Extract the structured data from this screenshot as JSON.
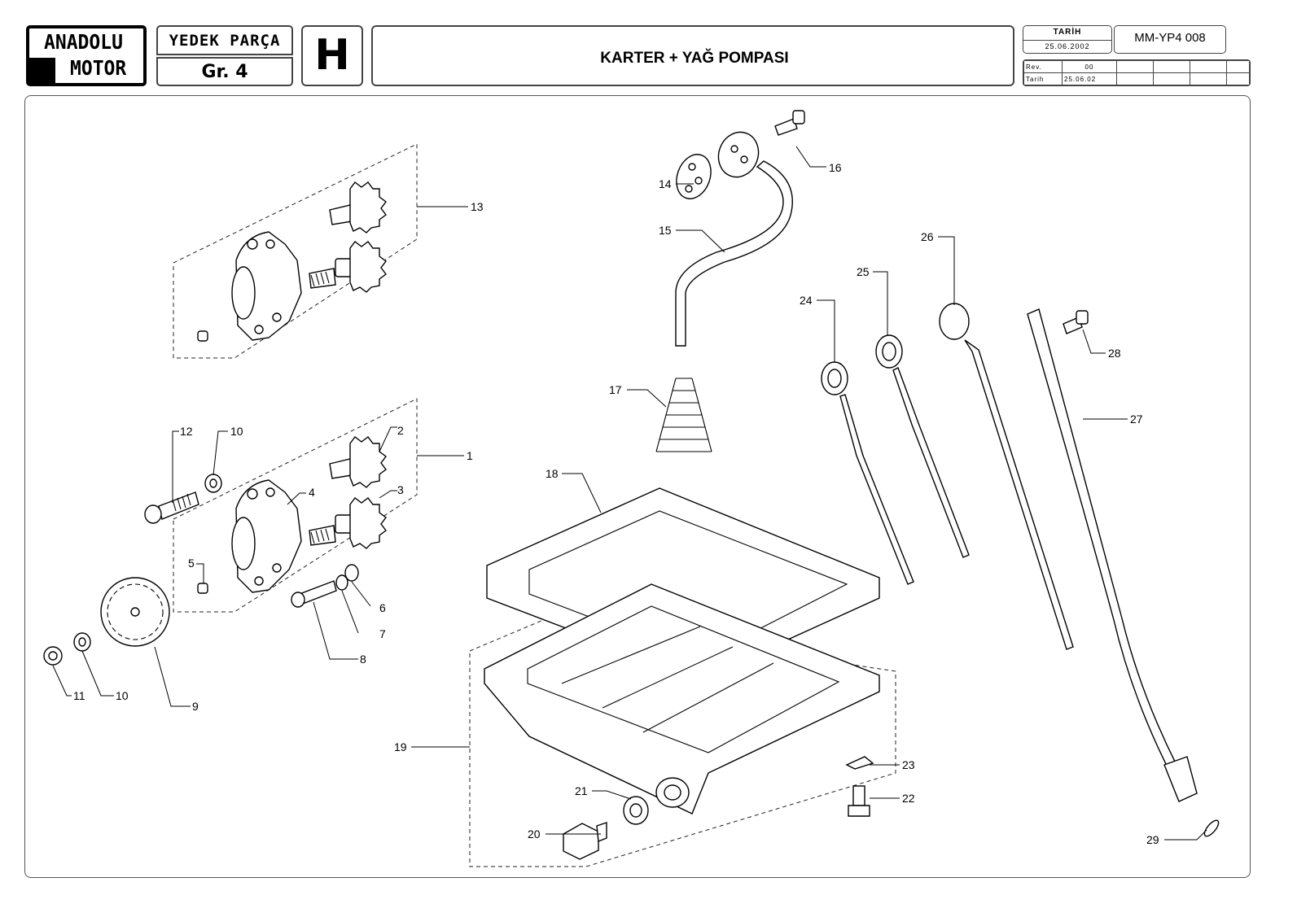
{
  "header": {
    "logo_line1": "ANADOLU",
    "logo_line2": "MOTOR",
    "yedek_parca": "YEDEK PARÇA",
    "group": "Gr. 4",
    "section_letter": "H",
    "title": "KARTER + YAĞ POMPASI",
    "tarih_label": "TARİH",
    "tarih_value": "25.06.2002",
    "doc_no": "MM-YP4 008",
    "rev_label": "Rev.",
    "rev_value": "00",
    "rev_tarih_label": "Tarih",
    "rev_tarih_value": "25.06.02"
  },
  "callouts": {
    "c1": "1",
    "c2": "2",
    "c3": "3",
    "c4": "4",
    "c5": "5",
    "c6": "6",
    "c7": "7",
    "c8": "8",
    "c9": "9",
    "c10a": "10",
    "c10b": "10",
    "c11": "11",
    "c12": "12",
    "c13": "13",
    "c14": "14",
    "c15": "15",
    "c16": "16",
    "c17": "17",
    "c18": "18",
    "c19": "19",
    "c20": "20",
    "c21": "21",
    "c22": "22",
    "c23": "23",
    "c24": "24",
    "c25": "25",
    "c26": "26",
    "c27": "27",
    "c28": "28",
    "c29": "29"
  }
}
